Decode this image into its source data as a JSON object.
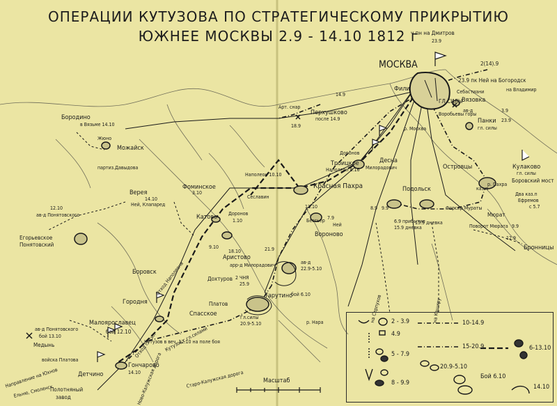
{
  "title": {
    "line1": "ОПЕРАЦИИ КУТУЗОВА ПО СТРАТЕГИЧЕСКОМУ ПРИКРЫТИЮ",
    "line2": "ЮЖНЕЕ МОСКВЫ 2.9 - 14.10 1812 г"
  },
  "labels": {
    "moskva": "МОСКВА",
    "borodino": "Бородино",
    "v_vyazme": "в Вязьме 14.10",
    "zhyuno": "Жюно",
    "mozhaysk": "Можайск",
    "partiz": "партиз.Давыдова",
    "vereya": "Верея",
    "vereya_date": "14.10",
    "ney_klapared": "Ней, Клапаред",
    "d1210": "12.10",
    "av_ponyat": "ав-д Понятовского",
    "egorievskoe": "Егорьевское",
    "ponyat2": "Понятовский",
    "borovsk": "Боровск",
    "gorodnya": "Городня",
    "maloyar": "Малоярославец",
    "boy1210": "бой 12.10",
    "av_ponyat2": "ав-д Понятовского",
    "boy1310": "бой 13.10",
    "medyn": "Медынь",
    "voyska_platova": "войска Платова",
    "detchino": "Детчино",
    "goncharovo": "Гончарово",
    "d1410": "14.10",
    "poln_zavod1": "Полотняный",
    "poln_zavod2": "завод",
    "napr_yuhnov": "Направление на Юхнов",
    "elnyu": "Ельню, Смоленск",
    "fominskoe": "Фоминское",
    "d310": "3.10",
    "napoleon1010": "Наполеон 10.10",
    "katovo": "Катово",
    "doronov": "Доронов",
    "d110": "1.10",
    "seslavin": "Сеславин",
    "aristovo": "Аристово",
    "d910": "9.10",
    "d1810": "18.10",
    "arr_milorad": "арр-д Милорадович",
    "d2chn": "2 ЧНЯ",
    "d259": "25.9",
    "doktorov": "Дохтуров",
    "spasskoe": "Спасское",
    "platov": "Платов",
    "tarutino": "Тарутино",
    "gl_sily": "Гл.силы",
    "d209_510": "20.9-5.10",
    "boy610": "бой 6.10",
    "av_d": "ав-д",
    "d229": "22.9-5.10",
    "d219": "21.9",
    "voronovo": "Вороново",
    "bessuev": "Бессьер",
    "d1110": "11.10",
    "ney": "Ней",
    "krasnaya_pahra": "Красная Пахра",
    "napoleon816": "Наполеон 8.16",
    "troitskoe": "Троицкое",
    "doronov2": "Доронов",
    "desna": "Десна",
    "milorad2": "Милорадович",
    "perhushkovo": "Перхушково",
    "posle149": "после 14.9",
    "art_snar": "Арт. снар",
    "d189": "18.9",
    "d149": "14.9",
    "fili": "Фили",
    "gl_sily2": "ГЛ.СИЛЫ",
    "sevastyanov": "Себастиани",
    "vyazovka": "Вязовка",
    "panki": "Панки",
    "gl_sily3": "гл. силы",
    "d39": "3.9",
    "vorobievy": "Воробьевы горы",
    "ostrovtsy": "Островцы",
    "podolsk": "Подольск",
    "kulakovo": "Кулаково",
    "gl_sily4": "гл. силы",
    "borovsky_most": "Боровский мост",
    "dva_kaz": "Два каз.п",
    "efremov": "Ефремов",
    "s57": "с 5.7",
    "d69": "6.9 прибытие",
    "d159": "15.9 дневка",
    "myurat": "Мюрат",
    "d99": "9.9",
    "d129": "12.9",
    "bronnitsy": "Бронницы",
    "na_dmitrov": "ч пн на Дмитров",
    "d239": "23.9",
    "ney_bogorodsk": "23.9 пк Ней на Богородск",
    "vladimir": "на Владимир",
    "d214_9": "2(14).9",
    "d239b": "23.9",
    "kaz_p": "каз.п",
    "forsir": "Форсир Мураты",
    "povorot": "Поворот Мюрата",
    "na_serpuhov": "на Серпухов",
    "na_kashiru": "на Каширу",
    "kutuzov_note": "Кутузов в веч. 12.10 на поле боя",
    "kutuzov_spl": "Кутузов с гл.силами",
    "otkh_gl": "Отход гл.сил",
    "otkh_nap": "Отход Наполеона",
    "staro_kaluga": "Старо-Калужская дорога",
    "novo_kaluga": "Ново-Калужская дорога",
    "scale": "Масштаб",
    "d79": "7.9",
    "d89": "8.9",
    "napr_pahra": "р. Пахра",
    "nara": "р. Нара",
    "moskva_r": "р. Москва"
  },
  "legend": {
    "l1": "2 - 3.9",
    "l2": "4.9",
    "l3": "5 - 7.9",
    "l4": "8 - 9.9",
    "l5": "10-14.9",
    "l6": "15-20.9",
    "l7": "20.9-5.10",
    "l8": "6-13.10",
    "l9": "Бой 6.10",
    "l10": "14.10"
  }
}
